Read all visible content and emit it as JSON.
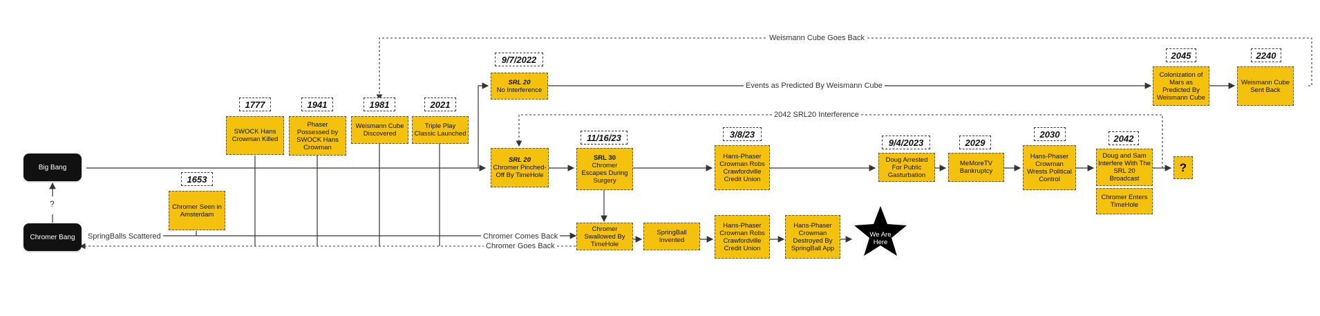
{
  "nodes": {
    "big_bang": "Big Bang",
    "chromer_bang": "Chromer Bang",
    "question_small": "?"
  },
  "boxes": {
    "b1653": {
      "date": "1653",
      "text": "Chromer Seen in Amsterdam"
    },
    "b1777": {
      "date": "1777",
      "text": "SWOCK Hans Crowman Killed"
    },
    "b1941": {
      "date": "1941",
      "text": "Phaser Possessed by SWOCK Hans Crowman"
    },
    "b1981": {
      "date": "1981",
      "text": "Weismann Cube Discovered"
    },
    "b2021": {
      "date": "2021",
      "text": "Triple Play Classic Launched"
    },
    "b2022": {
      "date": "9/7/2022",
      "title": "SRL 20",
      "text": "No Interference"
    },
    "bsrl20b": {
      "title": "SRL 20",
      "text": "Chromer Pinched-Off By TimeHole"
    },
    "bsrl30": {
      "date": "11/16/23",
      "title": "SRL 30",
      "text": "Chromer Escapes During Surgery"
    },
    "b382023": {
      "date": "3/8/23",
      "text": "Hans-Phaser Crowman Robs Crawfordville Credit Union"
    },
    "b942023": {
      "date": "9/4/2023",
      "text": "Doug Arrested For Public Gasturbation"
    },
    "b2029": {
      "date": "2029",
      "text": "MeMoreTV Bankruptcy"
    },
    "b2030": {
      "date": "2030",
      "text": "Hans-Phaser Crowman Wrests Political Control"
    },
    "b2042": {
      "date": "2042",
      "text": "Doug and Sam Interfere With The SRL 20 Broadcast"
    },
    "b2042b": {
      "text": "Chromer Enters TimeHole"
    },
    "b2045": {
      "date": "2045",
      "text": "Colonization of Mars as Predicted By Weismann Cube"
    },
    "b2240": {
      "date": "2240",
      "text": "Weismann Cube Sent Back"
    },
    "bswallow": {
      "text": "Chromer Swallowed By TimeHole"
    },
    "bspring": {
      "text": "SpringBall Invented"
    },
    "brobs2": {
      "text": "Hans-Phaser Crowman Robs Crawfordville Credit Union"
    },
    "bdestroy": {
      "text": "Hans-Phaser Crowman Destroyed By SpringBall App"
    },
    "big_q": "?"
  },
  "star_text": "We Are Here",
  "edge_labels": {
    "springballs": "SpringBalls Scattered",
    "comes_back": "Chromer Comes Back",
    "goes_back": "Chromer Goes Back",
    "weismann_goes_back": "Weismann Cube Goes Back",
    "events_predicted": "Events as Predicted By Weismann Cube",
    "srl20_interference": "2042 SRL20 Interference"
  }
}
